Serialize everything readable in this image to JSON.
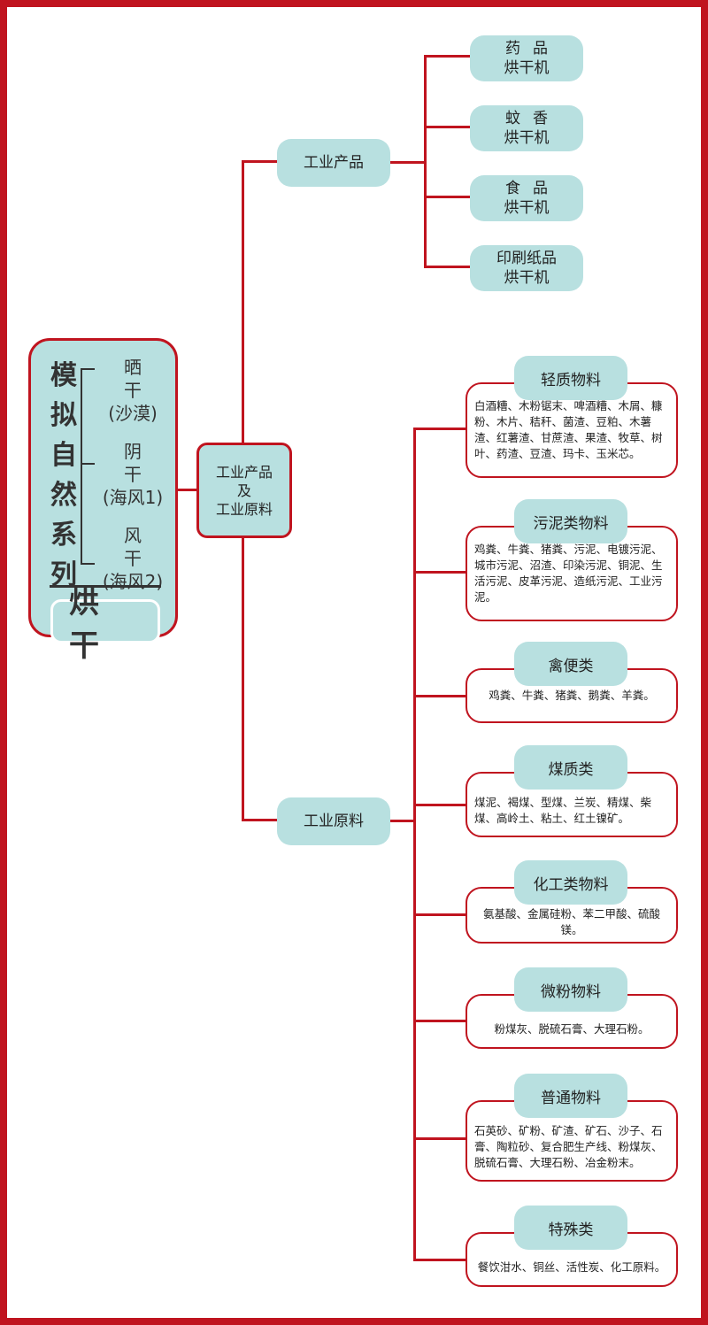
{
  "root": {
    "title_chars": [
      "模",
      "拟",
      "自",
      "然",
      "系",
      "列"
    ],
    "methods": [
      {
        "label": "晒干",
        "sub": "(沙漠)"
      },
      {
        "label": "阴干",
        "sub": "(海风1)"
      },
      {
        "label": "风干",
        "sub": "(海风2)"
      }
    ],
    "badge": "烘干"
  },
  "hub": {
    "line1": "工业产品",
    "line2": "及",
    "line3": "工业原料"
  },
  "branches": {
    "products": {
      "label": "工业产品",
      "items": [
        {
          "line1": "药品",
          "line2": "烘干机"
        },
        {
          "line1": "蚊香",
          "line2": "烘干机"
        },
        {
          "line1": "食品",
          "line2": "烘干机"
        },
        {
          "line1": "印刷纸品",
          "line2": "烘干机"
        }
      ]
    },
    "materials": {
      "label": "工业原料",
      "categories": [
        {
          "title": "轻质物料",
          "content": "白酒糟、木粉锯末、啤酒糟、木屑、糠粉、木片、秸秆、菌渣、豆粕、木薯渣、红薯渣、甘蔗渣、果渣、牧草、树叶、药渣、豆渣、玛卡、玉米芯。"
        },
        {
          "title": "污泥类物料",
          "content": "鸡粪、牛粪、猪粪、污泥、电镀污泥、城市污泥、沼渣、印染污泥、铜泥、生活污泥、皮革污泥、造纸污泥、工业污泥。"
        },
        {
          "title": "禽便类",
          "content": "鸡粪、牛粪、猪粪、鹅粪、羊粪。"
        },
        {
          "title": "煤质类",
          "content": "煤泥、褐煤、型煤、兰炭、精煤、柴煤、高岭土、粘土、红土镍矿。"
        },
        {
          "title": "化工类物料",
          "content": "氨基酸、金属硅粉、苯二甲酸、硫酸镁。"
        },
        {
          "title": "微粉物料",
          "content": "粉煤灰、脱硫石膏、大理石粉。"
        },
        {
          "title": "普通物料",
          "content": "石英砂、矿粉、矿渣、矿石、沙子、石膏、陶粒砂、复合肥生产线、粉煤灰、脱硫石膏、大理石粉、冶金粉末。"
        },
        {
          "title": "特殊类",
          "content": "餐饮泔水、铜丝、活性炭、化工原料。"
        }
      ]
    }
  },
  "colors": {
    "accent": "#c0141f",
    "fill": "#b8e0e0"
  }
}
